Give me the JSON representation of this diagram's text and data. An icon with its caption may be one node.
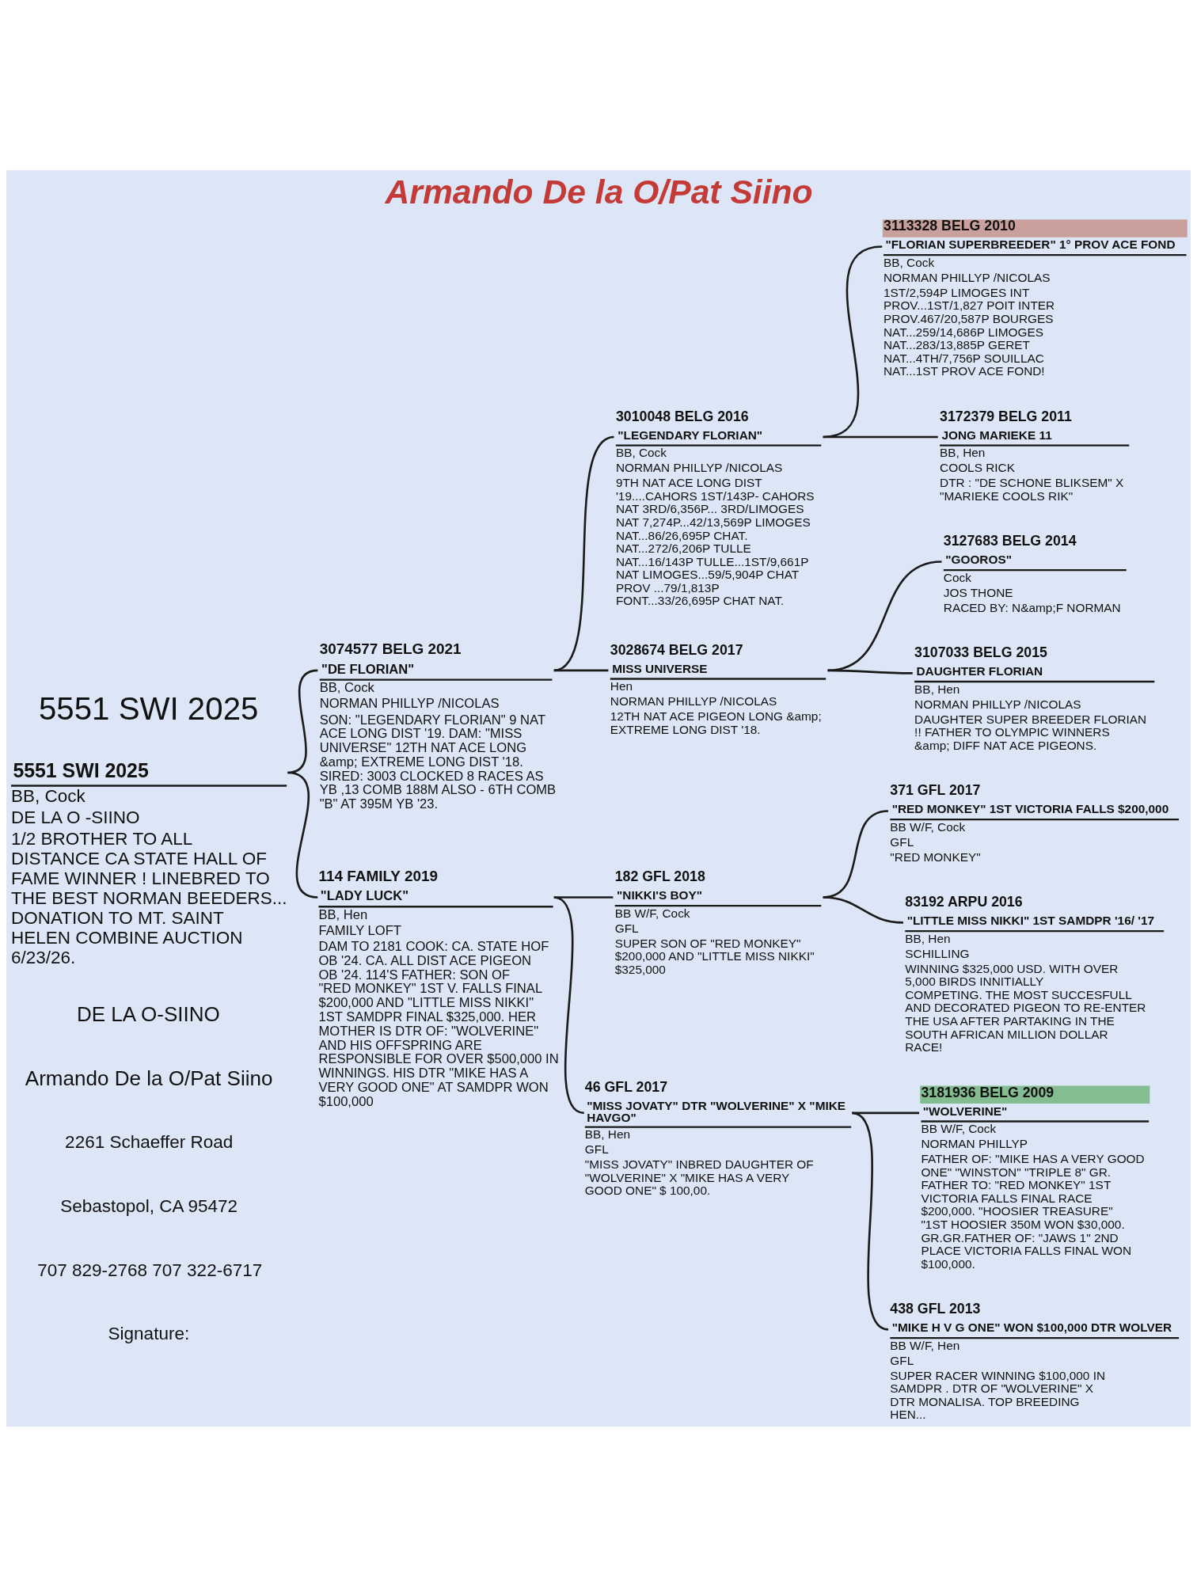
{
  "diagram": {
    "title": "Armando De la O/Pat Siino",
    "nodes": [
      {
        "text": [
          "5551 SWI 2025",
          "BB, Cock",
          "DE LA O -SIINO",
          "1/2 BROTHER TO ALL DISTANCE CA STATE HALL OF FAME WINNER ! LINEBRED TO THE BEST NORMAN BEEDERS... DONATION TO MT. SAINT HELEN COMBINE AUCTION 6/23/26."
        ]
      },
      {
        "text": [
          "3074577 BELG 2021",
          "\"DE FLORIAN\"",
          "BB, Cock",
          "NORMAN PHILLYP /NICOLAS",
          "SON: \"LEGENDARY FLORIAN\" 9 NAT ACE LONG DIST '19. DAM: \"MISS UNIVERSE\" 12TH NAT ACE LONG &amp; EXTREME LONG DIST '18. SIRED: 3003 CLOCKED 8 RACES AS YB ,13 COMB 188M ALSO - 6TH COMB \"B\" AT 395M YB '23."
        ]
      },
      {
        "text": [
          "3010048 BELG 2016",
          "\"LEGENDARY FLORIAN\"",
          "BB, Cock",
          "NORMAN PHILLYP /NICOLAS",
          "9TH NAT ACE LONG DIST '19....CAHORS 1ST/143P- CAHORS NAT 3RD/6,356P... 3RD/LIMOGES NAT 7,274P...42/13,569P LIMOGES NAT...86/26,695P CHAT. NAT...272/6,206P TULLE NAT...16/143P TULLE...1ST/9,661P NAT LIMOGES...59/5,904P CHAT PROV ...79/1,813P FONT...33/26,695P CHAT NAT."
        ]
      },
      {
        "text": [
          "3113328 BELG 2010",
          "\"FLORIAN SUPERBREEDER\" 1° PROV ACE FOND",
          "BB, Cock",
          "NORMAN PHILLYP /NICOLAS",
          "1ST/2,594P LIMOGES INT PROV...1ST/1,827 POIT INTER PROV.467/20,587P BOURGES NAT...259/14,686P LIMOGES NAT...283/13,885P GERET NAT...4TH/7,756P SOUILLAC NAT...1ST PROV ACE FOND!"
        ]
      },
      {
        "text": [
          "3172379 BELG 2011",
          "JONG MARIEKE 11",
          "BB, Hen",
          "COOLS RICK",
          "DTR : \"DE SCHONE BLIKSEM\" X \"MARIEKE COOLS RIK\""
        ]
      },
      {
        "text": [
          "3028674 BELG 2017",
          "MISS UNIVERSE",
          "Hen",
          "NORMAN PHILLYP /NICOLAS",
          "12TH NAT ACE PIGEON LONG &amp; EXTREME LONG DIST '18."
        ]
      },
      {
        "text": [
          "3127683 BELG 2014",
          "\"GOOROS\"",
          "Cock",
          "JOS THONE",
          "RACED BY: N&amp;F NORMAN"
        ]
      },
      {
        "text": [
          "3107033 BELG 2015",
          "DAUGHTER FLORIAN",
          "BB, Hen",
          "NORMAN PHILLYP /NICOLAS",
          "DAUGHTER SUPER BREEDER FLORIAN !! FATHER TO OLYMPIC WINNERS &amp; DIFF NAT ACE PIGEONS."
        ]
      },
      {
        "text": [
          "114 FAMILY 2019",
          "\"LADY LUCK\"",
          "BB, Hen",
          "FAMILY LOFT",
          "DAM TO 2181 COOK: CA. STATE HOF OB '24. CA. ALL DIST ACE PIGEON OB '24. 114'S FATHER: SON OF \"RED MONKEY\" 1ST V. FALLS FINAL $200,000 AND \"LITTLE MISS NIKKI\" 1ST SAMDPR FINAL $325,000. HER MOTHER IS DTR OF: \"WOLVERINE\" AND HIS OFFSPRING ARE RESPONSIBLE FOR OVER $500,000 IN WINNINGS. HIS DTR \"MIKE HAS A VERY GOOD ONE\" AT SAMDPR WON $100,000"
        ]
      },
      {
        "text": [
          "182 GFL 2018",
          "\"NIKKI'S BOY\"",
          "BB W/F, Cock",
          "GFL",
          "SUPER SON OF \"RED MONKEY\" $200,000 AND \"LITTLE MISS NIKKI\" $325,000"
        ]
      },
      {
        "text": [
          "371 GFL 2017",
          "\"RED MONKEY\" 1ST VICTORIA FALLS $200,000",
          "BB W/F, Cock",
          "GFL",
          "\"RED MONKEY\""
        ]
      },
      {
        "text": [
          "83192 ARPU 2016",
          "\"LITTLE MISS NIKKI\" 1ST SAMDPR '16/ '17",
          "BB, Hen",
          "SCHILLING",
          "WINNING $325,000 USD. WITH OVER 5,000 BIRDS INNITIALLY COMPETING. THE MOST SUCCESFULL AND DECORATED PIGEON TO RE-ENTER THE USA AFTER PARTAKING IN THE SOUTH AFRICAN MILLION DOLLAR RACE!"
        ]
      },
      {
        "text": [
          "46 GFL 2017",
          "\"MISS JOVATY\" DTR \"WOLVERINE\" X \"MIKE HAVGO\"",
          "BB, Hen",
          "GFL",
          "\"MISS JOVATY\" INBRED DAUGHTER OF \"WOLVERINE\" X \"MIKE HAS A VERY GOOD ONE\" $ 100,00."
        ]
      },
      {
        "text": [
          "3181936 BELG 2009",
          "\"WOLVERINE\"",
          "BB W/F, Cock",
          "NORMAN PHILLYP",
          "FATHER OF: \"MIKE HAS A VERY GOOD ONE\" \"WINSTON\" \"TRIPLE 8\" GR. FATHER TO: \"RED MONKEY\" 1ST VICTORIA FALLS FINAL RACE $200,000. \"HOOSIER TREASURE\" \"1ST HOOSIER 350M WON $30,000. GR.GR.FATHER OF: \"JAWS 1\" 2ND PLACE VICTORIA FALLS FINAL WON $100,000."
        ]
      },
      {
        "text": [
          "438 GFL 2013",
          "\"MIKE H V G ONE\" WON $100,000 DTR WOLVER",
          "BB W/F, Hen",
          "GFL",
          "SUPER RACER WINNING $100,000 IN SAMDPR . DTR OF \"WOLVERINE\" X DTR MONALISA. TOP BREEDING HEN..."
        ]
      }
    ],
    "edges": [
      {
        "from": 0,
        "to": 1,
        "arrow": "none"
      },
      {
        "from": 0,
        "to": 8,
        "arrow": "none"
      },
      {
        "from": 1,
        "to": 2,
        "arrow": "none"
      },
      {
        "from": 1,
        "to": 5,
        "arrow": "none"
      },
      {
        "from": 2,
        "to": 3,
        "arrow": "none"
      },
      {
        "from": 2,
        "to": 4,
        "arrow": "none"
      },
      {
        "from": 5,
        "to": 6,
        "arrow": "none"
      },
      {
        "from": 5,
        "to": 7,
        "arrow": "none"
      },
      {
        "from": 8,
        "to": 9,
        "arrow": "none"
      },
      {
        "from": 8,
        "to": 12,
        "arrow": "none"
      },
      {
        "from": 9,
        "to": 10,
        "arrow": "none"
      },
      {
        "from": 9,
        "to": 11,
        "arrow": "none"
      },
      {
        "from": 12,
        "to": 13,
        "arrow": "none"
      },
      {
        "from": 12,
        "to": 14,
        "arrow": "none"
      }
    ],
    "labels": [
      "5551 SWI 2025",
      "DE LA O-SIINO",
      "Armando De la O/Pat Siino",
      "2261 Schaeffer Road",
      "Sebastopol, CA 95472",
      "707 829-2768 707 322-6717",
      "Signature:"
    ]
  }
}
